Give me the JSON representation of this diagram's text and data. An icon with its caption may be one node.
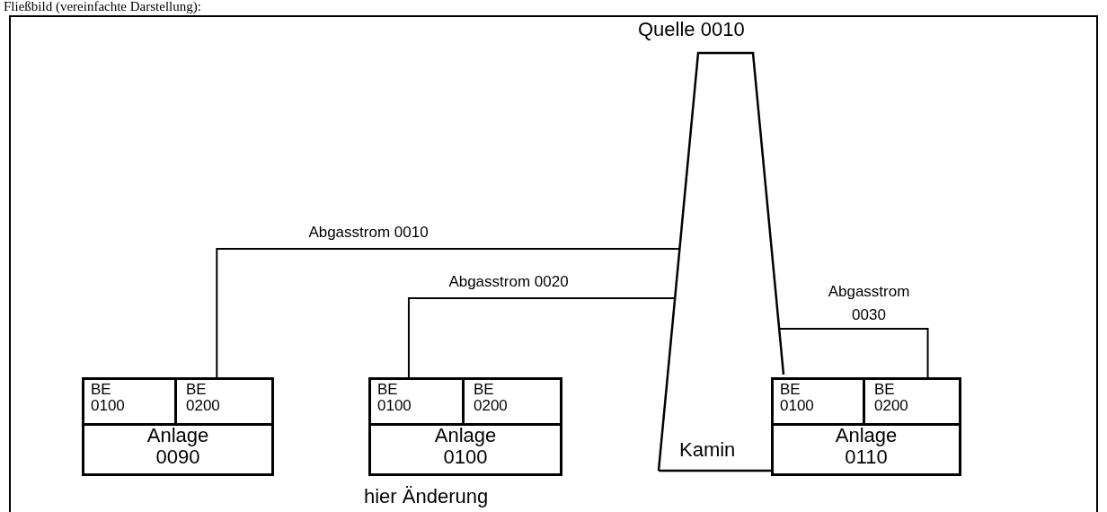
{
  "diagram": {
    "title": "Fließbild (vereinfachte Darstellung):",
    "nodes": [
      {
        "text": [
          "Quelle 0010",
          "Kamin"
        ]
      },
      {
        "text": [
          "Anlage 0090"
        ]
      },
      {
        "text": [
          "BE 0100"
        ],
        "in": 1
      },
      {
        "text": [
          "BE 0200"
        ],
        "in": 1
      },
      {
        "text": [
          "Anlage 0100"
        ],
        "beside": [
          "hier Änderung"
        ]
      },
      {
        "text": [
          "BE 0100"
        ],
        "in": 4
      },
      {
        "text": [
          "BE 0200"
        ],
        "in": 4
      },
      {
        "text": [
          "Anlage 0110"
        ]
      },
      {
        "text": [
          "BE 0100"
        ],
        "in": 7
      },
      {
        "text": [
          "BE 0200"
        ],
        "in": 7
      }
    ],
    "edges": [
      {
        "from": 3,
        "to": 0,
        "arrow": "none",
        "label": "Abgasstrom 0010"
      },
      {
        "from": 5,
        "to": 0,
        "arrow": "none",
        "label": "Abgasstrom 0020"
      },
      {
        "from": 9,
        "to": 0,
        "arrow": "none",
        "label": "Abgasstrom 0030"
      }
    ]
  }
}
